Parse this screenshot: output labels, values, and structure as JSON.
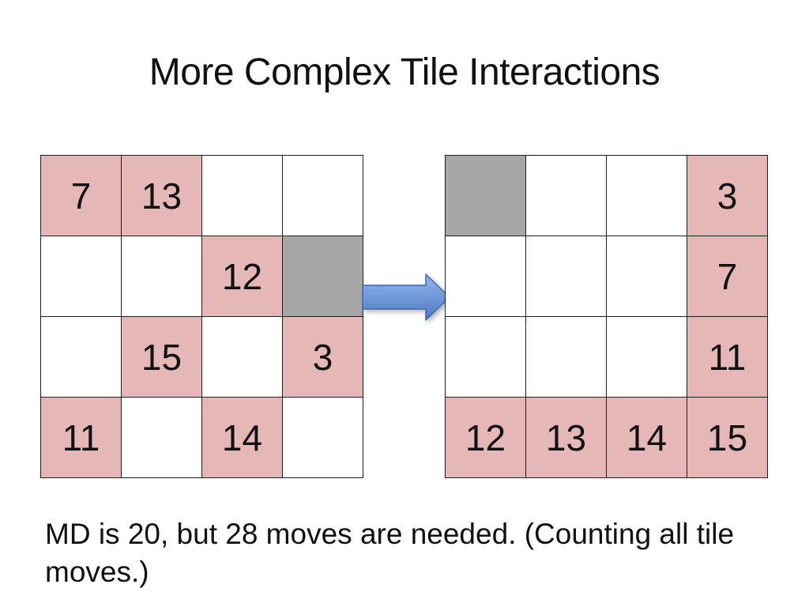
{
  "slide": {
    "title": "More Complex Tile Interactions",
    "caption": "MD is 20, but 28 moves are needed. (Counting all tile moves.)"
  },
  "colors": {
    "text": "#111111",
    "grid_border": "#1f1f1f",
    "tile_pink": "#e5b8b7",
    "tile_gray": "#a6a6a6",
    "tile_white": "#ffffff",
    "arrow_top": "#92b6ea",
    "arrow_bottom": "#4e79c6",
    "arrow_border": "#3d69ae"
  },
  "arrow": {
    "icon": "right-arrow"
  },
  "left_grid": {
    "rows": [
      [
        {
          "value": "7",
          "color": "pink"
        },
        {
          "value": "13",
          "color": "pink"
        },
        {
          "value": "",
          "color": "white"
        },
        {
          "value": "",
          "color": "white"
        }
      ],
      [
        {
          "value": "",
          "color": "white"
        },
        {
          "value": "",
          "color": "white"
        },
        {
          "value": "12",
          "color": "pink"
        },
        {
          "value": "",
          "color": "gray"
        }
      ],
      [
        {
          "value": "",
          "color": "white"
        },
        {
          "value": "15",
          "color": "pink"
        },
        {
          "value": "",
          "color": "white"
        },
        {
          "value": "3",
          "color": "pink"
        }
      ],
      [
        {
          "value": "11",
          "color": "pink"
        },
        {
          "value": "",
          "color": "white"
        },
        {
          "value": "14",
          "color": "pink"
        },
        {
          "value": "",
          "color": "white"
        }
      ]
    ]
  },
  "right_grid": {
    "rows": [
      [
        {
          "value": "",
          "color": "gray"
        },
        {
          "value": "",
          "color": "white"
        },
        {
          "value": "",
          "color": "white"
        },
        {
          "value": "3",
          "color": "pink"
        }
      ],
      [
        {
          "value": "",
          "color": "white"
        },
        {
          "value": "",
          "color": "white"
        },
        {
          "value": "",
          "color": "white"
        },
        {
          "value": "7",
          "color": "pink"
        }
      ],
      [
        {
          "value": "",
          "color": "white"
        },
        {
          "value": "",
          "color": "white"
        },
        {
          "value": "",
          "color": "white"
        },
        {
          "value": "11",
          "color": "pink"
        }
      ],
      [
        {
          "value": "12",
          "color": "pink"
        },
        {
          "value": "13",
          "color": "pink"
        },
        {
          "value": "14",
          "color": "pink"
        },
        {
          "value": "15",
          "color": "pink"
        }
      ]
    ]
  }
}
